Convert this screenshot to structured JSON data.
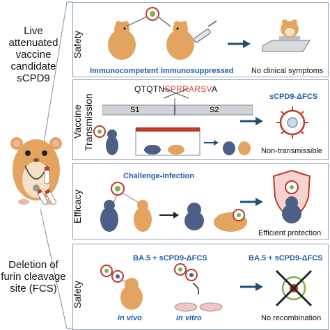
{
  "left": {
    "top_label": "Live attenuated vaccine candidate sCPD9",
    "bottom_label": "Deletion of furin cleavage site (FCS)"
  },
  "panels": [
    {
      "id": "safety1",
      "label": "Safety",
      "left_caption": "Immunocompetent",
      "mid_caption": "Immunosuppressed",
      "result": "No clinical symptoms"
    },
    {
      "id": "transmission",
      "label_line1": "Vaccine",
      "label_line2": "Transmission",
      "sequence_prefix": "QTQTN",
      "sequence_highlight": "SPRRARSV",
      "sequence_suffix": "A",
      "s1": "S1",
      "s2": "S2",
      "title_right": "sCPD9-ΔFCS",
      "result": "Non-transmissible"
    },
    {
      "id": "efficacy",
      "label": "Efficacy",
      "title": "Challenge-infection",
      "result": "Efficient protection"
    },
    {
      "id": "safety2",
      "label": "Safety",
      "title_left": "BA.5 + sCPD9-ΔFCS",
      "title_right": "BA.5 + sCPD9-ΔFCS",
      "in_vivo": "in vivo",
      "in_vitro": "in vitro",
      "result": "No recombination"
    }
  ],
  "colors": {
    "panel_border": "#93a4b8",
    "arrow": "#1f4e7a",
    "highlight_text": "#1f5fa8",
    "furin_site": "#d2493c",
    "hamster_light": "#e3a460",
    "hamster_dark": "#4c5f86",
    "virus_red": "#c0392b",
    "virus_green": "#7bb34a"
  },
  "icons": [
    "hamster-icon",
    "virus-icon",
    "syringe-icon",
    "scale-icon",
    "cage-icon",
    "shield-icon",
    "petri-dish-icon",
    "vial-icon"
  ]
}
